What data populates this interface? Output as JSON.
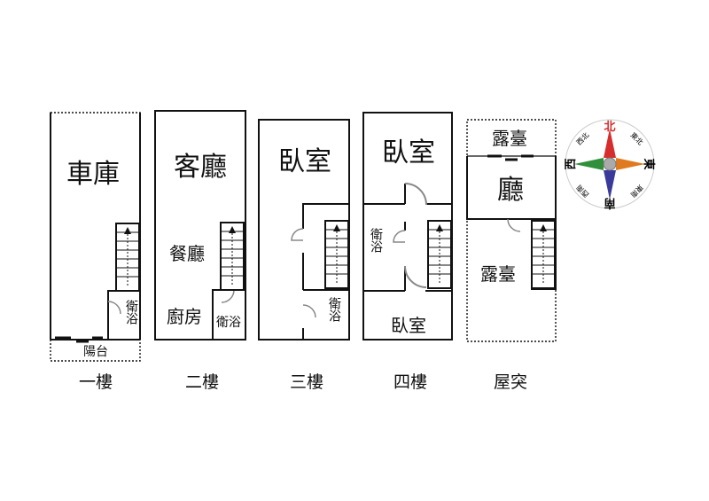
{
  "floors": [
    {
      "label": "一樓",
      "rooms": {
        "garage": "車庫",
        "bath": "衛浴",
        "balcony": "陽台"
      }
    },
    {
      "label": "二樓",
      "rooms": {
        "living": "客廳",
        "dining": "餐廳",
        "kitchen": "廚房",
        "bath": "衛浴"
      }
    },
    {
      "label": "三樓",
      "rooms": {
        "bedroom": "臥室",
        "bath": "衛浴"
      }
    },
    {
      "label": "四樓",
      "rooms": {
        "bedroom_top": "臥室",
        "bath": "衛浴",
        "bedroom_bottom": "臥室"
      }
    },
    {
      "label": "屋突",
      "rooms": {
        "terrace_top": "露臺",
        "hall": "廳",
        "terrace_bottom": "露臺"
      }
    }
  ],
  "compass": {
    "north": "北",
    "south": "南",
    "east": "東",
    "west": "西",
    "northeast": "東北",
    "northwest": "西北",
    "southeast": "東南",
    "southwest": "西南",
    "colors": {
      "north": "#d62d2d",
      "south": "#3a3a9a",
      "east": "#e07a1f",
      "west": "#2f8f3a",
      "minor": "#9a9a9a"
    }
  }
}
